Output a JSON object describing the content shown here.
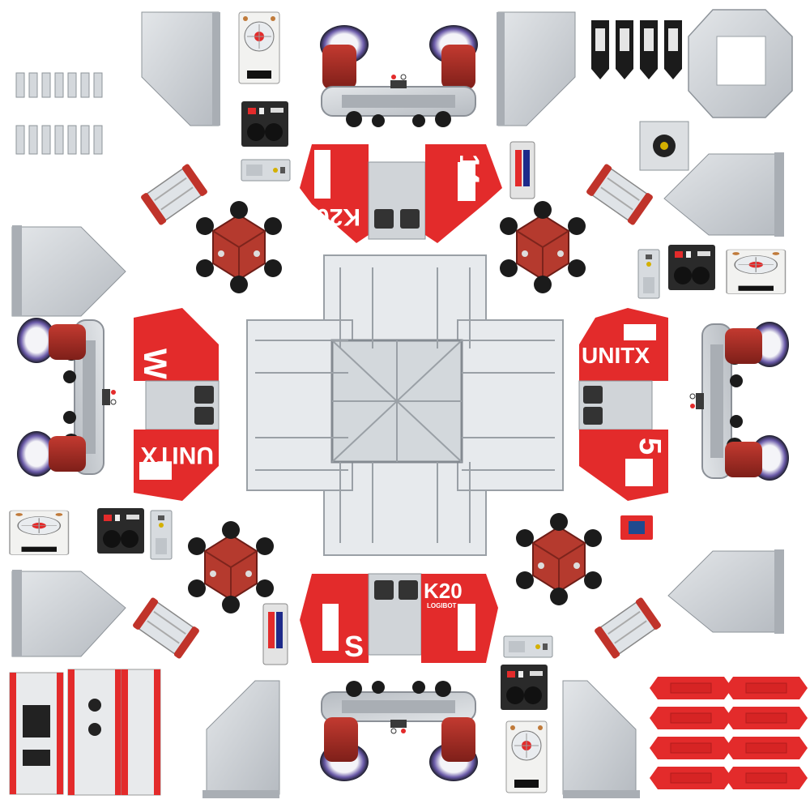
{
  "labels": {
    "k20_top": "K20",
    "num_14": "14",
    "letter_w": "W",
    "unitx_left": "UNITX",
    "unitx_right": "UNITX",
    "num_5": "5",
    "k20_bottom": "K20",
    "logibot_bottom": "LOGIBOT",
    "letter_s": "S"
  },
  "colors": {
    "panel_red": "#e32b2b",
    "wheel_red": "#9e2b23",
    "aluminum": "#c9cdd2",
    "aluminum_dark": "#9ea4ab",
    "frame": "#dfe3e7",
    "black": "#1b1b1b",
    "background": "#ffffff"
  }
}
